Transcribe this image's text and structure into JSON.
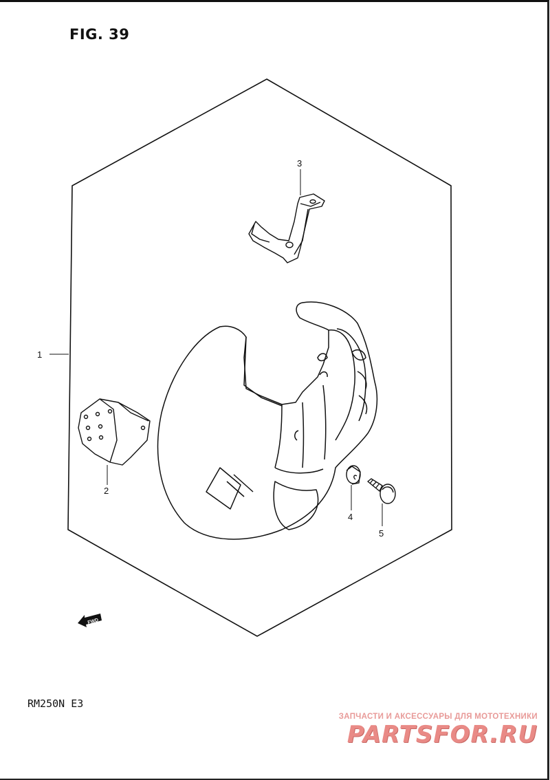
{
  "figure": {
    "title": "FIG. 39"
  },
  "model": {
    "code": "RM250N  E3"
  },
  "callouts": {
    "p1": "1",
    "p2": "2",
    "p3": "3",
    "p4": "4",
    "p5": "5"
  },
  "direction": {
    "label": "FWD",
    "icon": "forward-arrow-icon"
  },
  "watermark": {
    "tagline": "ЗАПЧАСТИ И АКСЕССУАРЫ ДЛЯ МОТОТЕХНИКИ",
    "brand": "PARTSFOR.RU",
    "color": "#e98a86"
  }
}
